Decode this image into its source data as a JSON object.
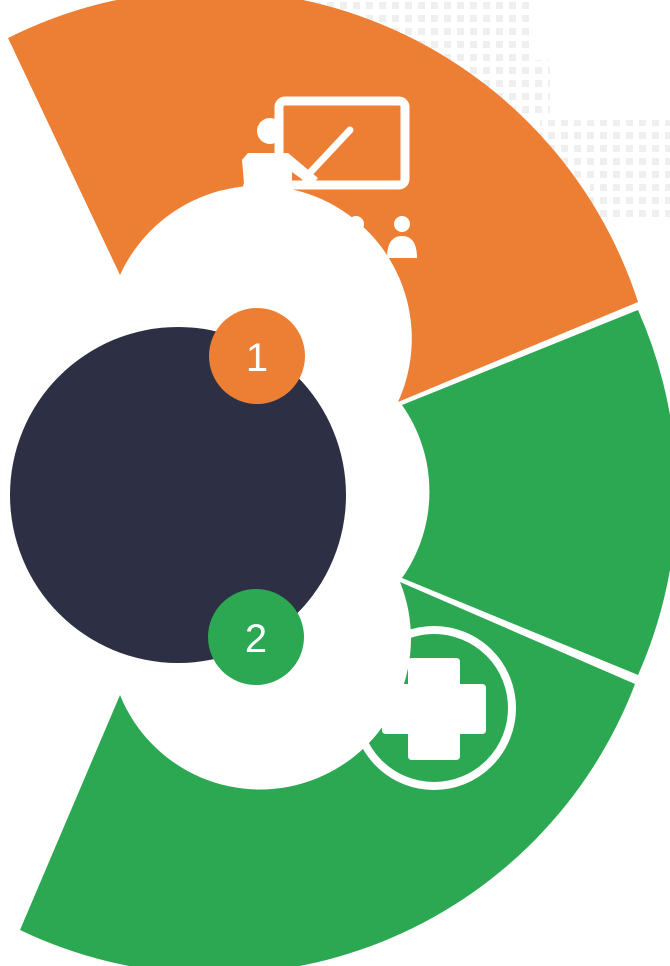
{
  "colors": {
    "orange": "#ED7F34",
    "green": "#2CA853",
    "dark": "#2D2F44",
    "white": "#FFFFFF",
    "dots": "#EFEFEF"
  },
  "segments": [
    {
      "id": "segment-1",
      "color": "orange",
      "icon": "teacher-presentation-icon"
    },
    {
      "id": "segment-2",
      "color": "green",
      "icon": "medical-cross-icon"
    }
  ],
  "badges": [
    {
      "label": "1",
      "color": "orange"
    },
    {
      "label": "2",
      "color": "green"
    }
  ]
}
